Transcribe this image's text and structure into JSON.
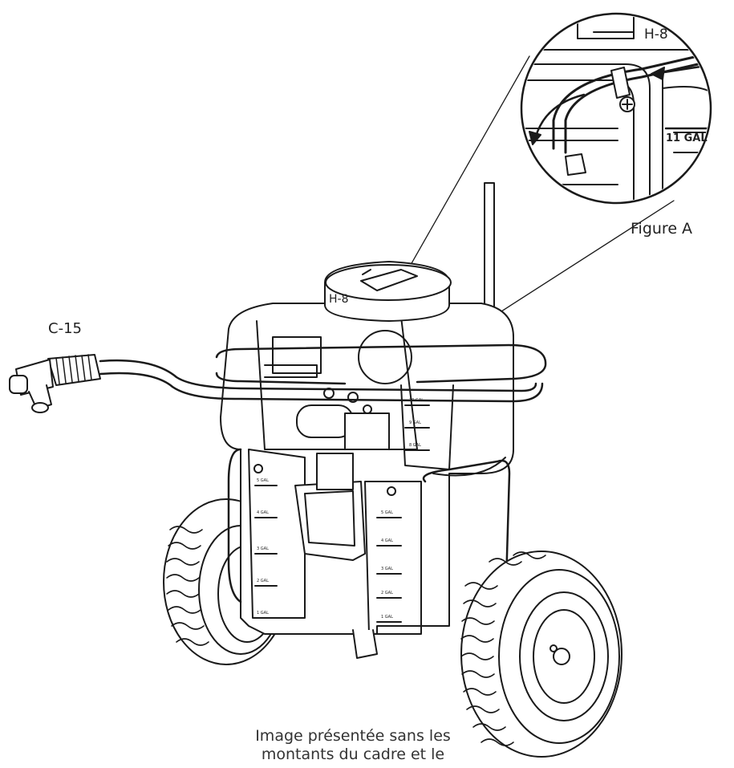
{
  "callouts": {
    "zoom_label": "H-8",
    "main_label": "H-8",
    "hose_label": "C-15",
    "tank_mark": "11 GAL"
  },
  "figure": {
    "label": "Figure A"
  },
  "caption": {
    "line1": "Image présentée sans les",
    "line2": "montants du cadre et le"
  },
  "gauge": {
    "left": [
      "5 GAL",
      "4 GAL",
      "3 GAL",
      "2 GAL",
      "1 GAL"
    ],
    "right": [
      "5 GAL",
      "4 GAL",
      "3 GAL",
      "2 GAL",
      "1 GAL"
    ],
    "upper": [
      "10 GAL",
      "9 GAL",
      "8 GAL"
    ]
  },
  "colors": {
    "ink": "#1a1a1a",
    "paper": "#ffffff"
  }
}
